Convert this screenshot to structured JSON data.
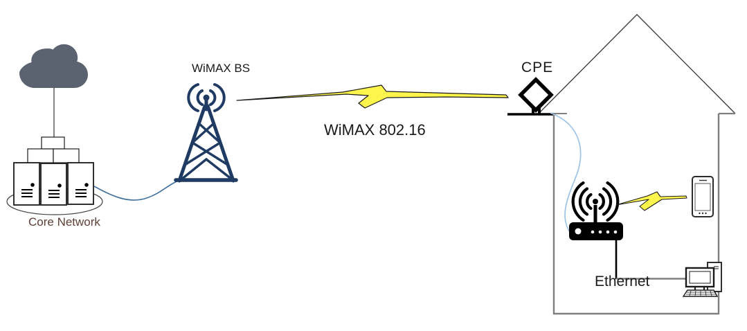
{
  "diagram_title": "WiMAX network architecture diagram",
  "labels": {
    "core_network": "Core Network",
    "wimax_bs": "WiMAX BS",
    "wimax_link": "WiMAX 802.16",
    "cpe": "CPE",
    "ethernet": "Ethernet"
  },
  "colors": {
    "cloud": "#5b6370",
    "tower": "#1f3a63",
    "bolt": "#fdf54b",
    "bolt_outline": "#1a1a1a",
    "cable_outdoor": "#41719c",
    "cable_indoor": "#9dc3e6",
    "house": "#7f7f7f",
    "roof": "#3f3f3f",
    "device": "#000000",
    "core_label": "#5e4038"
  },
  "nodes": [
    {
      "id": "core-network",
      "type": "server-cluster-with-cloud",
      "label": "Core Network"
    },
    {
      "id": "wimax-bs",
      "type": "base-station-lattice-tower",
      "label": "WiMAX BS"
    },
    {
      "id": "cpe",
      "type": "outdoor-diamond-antenna-on-roof",
      "label": "CPE"
    },
    {
      "id": "wifi-router",
      "type": "wireless-router"
    },
    {
      "id": "smartphone",
      "type": "smartphone"
    },
    {
      "id": "desktop-pc",
      "type": "desktop-computer"
    },
    {
      "id": "house",
      "type": "building-outline"
    }
  ],
  "links": [
    {
      "from": "core-network",
      "to": "wimax-bs",
      "type": "wired-cable"
    },
    {
      "from": "wimax-bs",
      "to": "cpe",
      "type": "wireless-lightning",
      "label": "WiMAX 802.16"
    },
    {
      "from": "cpe",
      "to": "wifi-router",
      "type": "wired-cable"
    },
    {
      "from": "wifi-router",
      "to": "smartphone",
      "type": "wireless-lightning"
    },
    {
      "from": "wifi-router",
      "to": "desktop-pc",
      "type": "wired",
      "label": "Ethernet"
    }
  ]
}
